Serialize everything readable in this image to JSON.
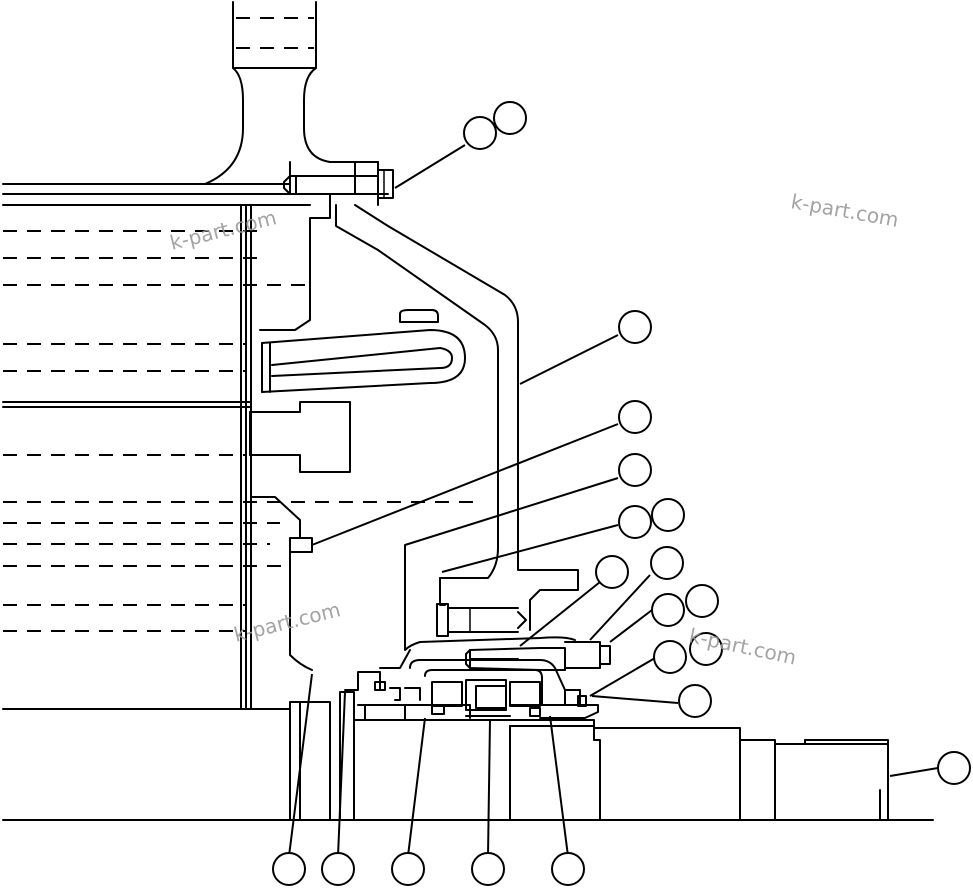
{
  "watermarks": [
    "k-part.com",
    "k-part.com",
    "k-part.com",
    "k-part.com"
  ],
  "callouts": [
    {
      "id": "c1"
    },
    {
      "id": "c2"
    },
    {
      "id": "c3"
    },
    {
      "id": "c4"
    },
    {
      "id": "c5"
    },
    {
      "id": "c6"
    },
    {
      "id": "c7"
    },
    {
      "id": "c8"
    },
    {
      "id": "c9"
    },
    {
      "id": "c10"
    },
    {
      "id": "c11"
    },
    {
      "id": "c12"
    },
    {
      "id": "c13"
    },
    {
      "id": "c14"
    },
    {
      "id": "c15"
    },
    {
      "id": "c16"
    },
    {
      "id": "c17"
    },
    {
      "id": "c18"
    },
    {
      "id": "c19"
    },
    {
      "id": "c20"
    },
    {
      "id": "c21"
    },
    {
      "id": "c22"
    }
  ]
}
